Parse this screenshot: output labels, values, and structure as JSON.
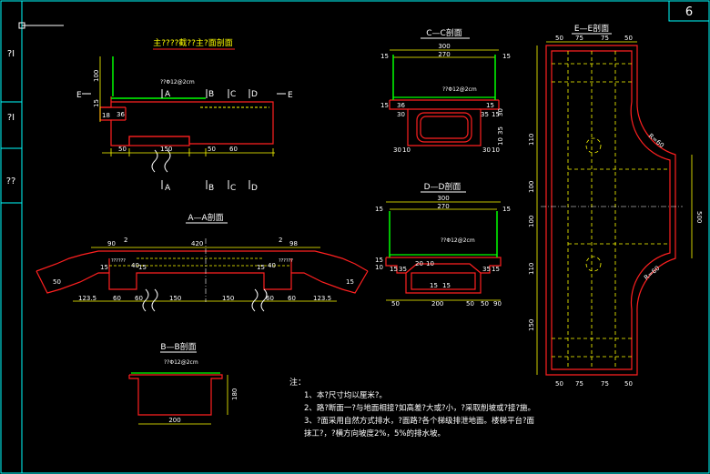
{
  "sheet": {
    "number": "6",
    "side_labels": [
      "?I",
      "?I",
      "??"
    ]
  },
  "colors": {
    "background": "#000000",
    "frame": "#00ffff",
    "outline": "#ff2020",
    "dimension": "#ffff00",
    "hidden": "#ffff00",
    "text": "#ffffff",
    "rebar": "#00ff00",
    "axis": "#8080ff"
  },
  "views": {
    "main": {
      "title": "主????截??主?面剖面",
      "markers": [
        "E",
        "E"
      ],
      "sections": [
        "A",
        "B",
        "C",
        "D"
      ],
      "sections_bottom": [
        "A",
        "B",
        "C",
        "D"
      ],
      "note": "??Φ12@2cm",
      "dims_bottom": [
        "50",
        "150",
        "50",
        "60"
      ],
      "dims_side": [
        "100",
        "15",
        "36",
        "18"
      ]
    },
    "cc": {
      "title": "C—C剖面",
      "note": "??Φ12@2cm",
      "dims_top": [
        "300",
        "270"
      ],
      "dims_side": [
        "15",
        "15",
        "30",
        "36",
        "15"
      ],
      "dims_bottom": [
        "30",
        "10",
        "30",
        "10"
      ],
      "dims_right": [
        "15",
        "35",
        "15",
        "30",
        "35",
        "10"
      ]
    },
    "dd": {
      "title": "D—D剖面",
      "note": "??Φ12@2cm",
      "dims_top": [
        "300",
        "270"
      ],
      "dims_side": [
        "15",
        "15",
        "10",
        "15"
      ],
      "dims_mid": [
        "15",
        "35",
        "20",
        "10",
        "15",
        "15",
        "35",
        "15"
      ],
      "dims_bottom": [
        "50",
        "200",
        "50",
        "50",
        "90"
      ]
    },
    "aa": {
      "title": "A—A剖面",
      "dims_top": [
        "90",
        "2",
        "420",
        "2",
        "98"
      ],
      "dims_side": [
        "50",
        "15",
        "40",
        "15",
        "15",
        "40",
        "15"
      ],
      "dims_bottom": [
        "123.5",
        "60",
        "60",
        "150",
        "150",
        "60",
        "60",
        "123.5"
      ],
      "marks": [
        "??????",
        "??????"
      ]
    },
    "bb": {
      "title": "B—B剖面",
      "note": "??Φ12@2cm",
      "dim_height": "180",
      "dim_width": "200"
    },
    "ee": {
      "title": "E—E剖面",
      "dims_top": [
        "50",
        "75",
        "75",
        "50"
      ],
      "dims_bottom": [
        "50",
        "75",
        "75",
        "50"
      ],
      "dims_left": [
        "110",
        "100",
        "100",
        "110",
        "150"
      ],
      "dims_right": [
        "500"
      ],
      "radii": [
        "R=60",
        "R=60"
      ]
    }
  },
  "notes": {
    "heading": "注：",
    "items": [
      "1、本?尺寸均以厘米?。",
      "2、路?断面一?与地面相接?如高差?大或?小，?采取削坡或?接?施。",
      "3、?面采用自然方式排水，?面路?各个梯级排泄地面。楼梯平台?面",
      "   抹工?，?横方向坡度2%，5%的排水坡。"
    ]
  }
}
